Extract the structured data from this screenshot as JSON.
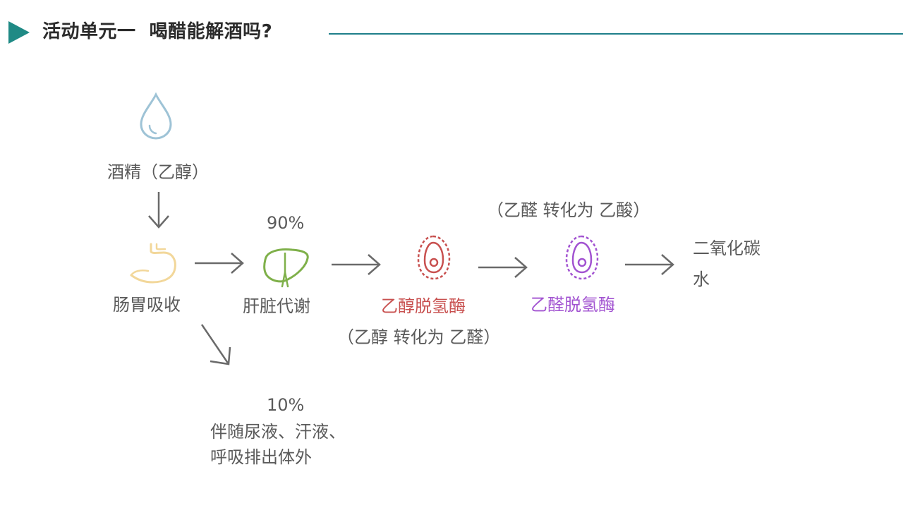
{
  "header": {
    "title": "活动单元一  喝醋能解酒吗?"
  },
  "diagram": {
    "alcohol_label": "酒精（乙醇）",
    "absorb_label": "肠胃吸收",
    "liver_percent": "90%",
    "liver_label": "肝脏代谢",
    "adh_label": "乙醇脱氢酶",
    "adh_note": "（乙醇 转化为 乙醛）",
    "aldh_label": "乙醛脱氢酶",
    "aldh_note": "（乙醛 转化为 乙酸）",
    "products_line1": "二氧化碳",
    "products_line2": "水",
    "excrete_percent": "10%",
    "excrete_line1": "伴随尿液、汗液、",
    "excrete_line2": "呼吸排出体外"
  },
  "colors": {
    "accent": "#1f8a85",
    "text": "#5a5a5a",
    "adh": "#c8504f",
    "aldh": "#a253d1",
    "droplet": "#9ec3d6",
    "stomach": "#f2d79a",
    "liver": "#7fb04a"
  },
  "icons": {
    "droplet": "droplet-icon",
    "stomach": "stomach-icon",
    "liver": "liver-icon",
    "adh_enzyme": "enzyme-icon",
    "aldh_enzyme": "enzyme-icon"
  }
}
